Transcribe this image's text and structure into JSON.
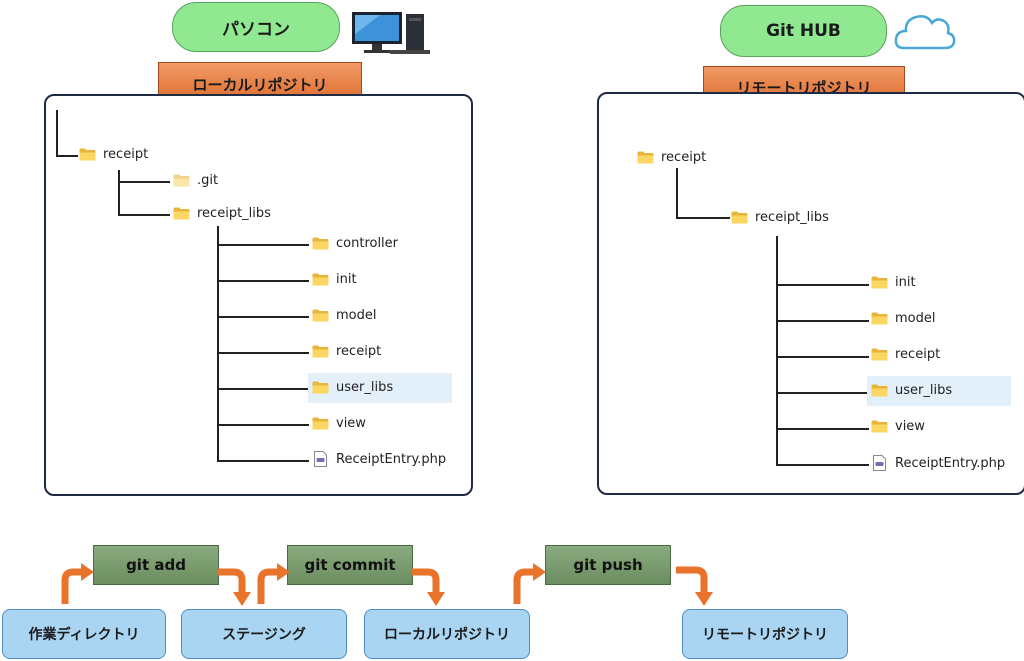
{
  "pc": {
    "label": "パソコン",
    "repo_label": "ローカルリポジトリ"
  },
  "cloud": {
    "label": "Git HUB",
    "repo_label": "リモートリポジトリ"
  },
  "local_tree": {
    "root": "receipt",
    "git": ".git",
    "libs": "receipt_libs",
    "children": [
      "controller",
      "init",
      "model",
      "receipt",
      "user_libs",
      "view",
      "ReceiptEntry.php"
    ]
  },
  "remote_tree": {
    "root": "receipt",
    "libs": "receipt_libs",
    "children": [
      "init",
      "model",
      "receipt",
      "user_libs",
      "view",
      "ReceiptEntry.php"
    ]
  },
  "workflow": {
    "stages": [
      "作業ディレクトリ",
      "ステージング",
      "ローカルリポジトリ",
      "リモートリポジトリ"
    ],
    "commands": [
      "git add",
      "git commit",
      "git push"
    ]
  },
  "colors": {
    "pill_green": "#90e890",
    "repo_orange": "#e27a3e",
    "command_green": "#7b9c6f",
    "stage_blue": "#a9d5f3",
    "arrow_orange": "#e8732a",
    "panel_border": "#1f2a44"
  }
}
